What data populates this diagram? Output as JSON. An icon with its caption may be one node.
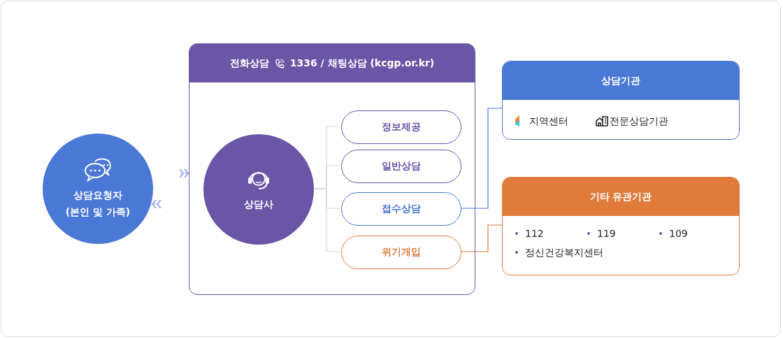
{
  "diagram": {
    "nodes": [
      {
        "text": [
          "상담요청자 (본인 및 가족)"
        ]
      },
      {
        "text": [
          "전화상담",
          "1336 / 채팅상담 (kcgp.or.kr)"
        ]
      },
      {
        "text": [
          "상담사"
        ],
        "in": 1
      },
      {
        "text": [
          "정보제공"
        ],
        "in": 1
      },
      {
        "text": [
          "일반상담"
        ],
        "in": 1
      },
      {
        "text": [
          "접수상담"
        ],
        "in": 1
      },
      {
        "text": [
          "위기개입"
        ],
        "in": 1
      },
      {
        "text": [
          "상담기관",
          "지역센터",
          "전문상담기관"
        ]
      },
      {
        "text": [
          "기타 유관기관",
          "112",
          "119",
          "109",
          "정신건강복지센터"
        ]
      }
    ],
    "edges": [
      {
        "from": 0,
        "to": 1,
        "arrow": "to",
        "color": "#9ea8ea"
      },
      {
        "from": 1,
        "to": 0,
        "arrow": "to",
        "color": "#9ea8ea"
      },
      {
        "from": 2,
        "to": 3,
        "arrow": "none"
      },
      {
        "from": 2,
        "to": 4,
        "arrow": "none"
      },
      {
        "from": 2,
        "to": 5,
        "arrow": "none"
      },
      {
        "from": 2,
        "to": 6,
        "arrow": "none"
      },
      {
        "from": 5,
        "to": 7,
        "arrow": "none",
        "color": "#4a78d6"
      },
      {
        "from": 6,
        "to": 8,
        "arrow": "none",
        "color": "#e07b3c"
      }
    ]
  }
}
